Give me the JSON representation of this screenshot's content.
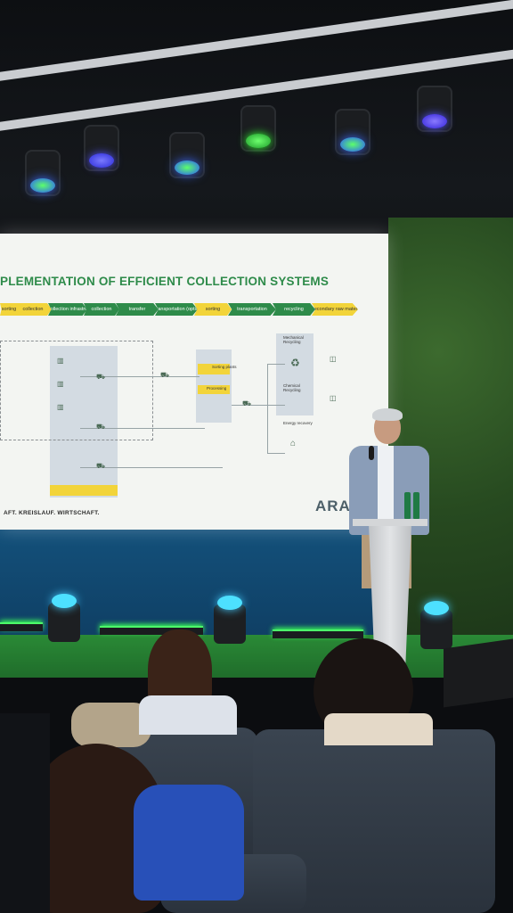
{
  "scene": {
    "description_colors": {
      "slide_green": "#2e8b4a",
      "slide_yellow": "#f2d43a",
      "stage_green": "#2a8a36",
      "lamp_blue": "#3d6bff",
      "lamp_green": "#3cff5a"
    }
  },
  "slide": {
    "title": "PLEMENTATION OF EFFICIENT COLLECTION SYSTEMS",
    "steps": [
      "sorting",
      "collection",
      "collection infrastructure",
      "collection",
      "transfer",
      "transportation (optional)",
      "sorting",
      "transportation",
      "recycling",
      "secondary raw materials"
    ],
    "labels": {
      "sorting_plants": "Sorting plants",
      "processing": "Processing",
      "mechanical_recycling": "Mechanical Recycling",
      "chemical_recycling": "Chemical Recycling",
      "energy_recovery": "Energy recovery"
    },
    "footer": "AFT. KREISLAUF. WIRTSCHAFT.",
    "logo": "ARAS"
  }
}
